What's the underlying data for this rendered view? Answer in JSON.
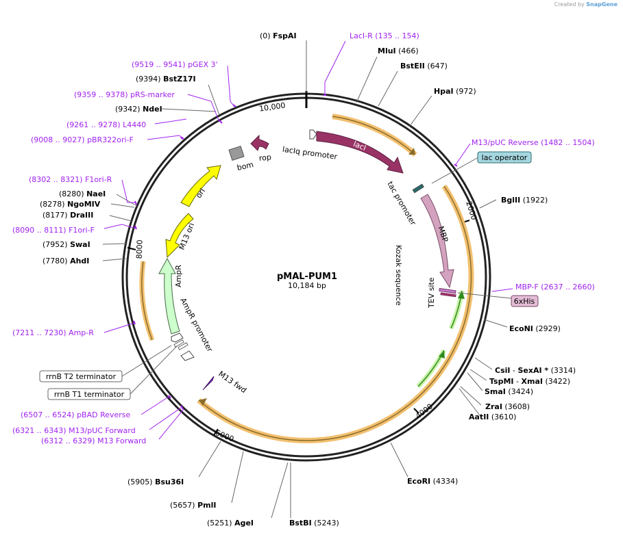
{
  "credit": {
    "prefix": "Created by",
    "brand": "SnapGene"
  },
  "plasmid": {
    "name": "pMAL-PUM1",
    "length": "10,184 bp"
  },
  "ruler": [
    "10,000",
    "2000",
    "4000",
    "6000",
    "8000"
  ],
  "colors": {
    "primer": "#a020f0",
    "site": "#000000",
    "mbp": "#c07bc7",
    "laci": "#993366",
    "ori": "#ffff00",
    "ampr": "#ccffcc",
    "pum1": "#f0a030",
    "tevsite": "#aa3366"
  },
  "sites": [
    {
      "name": "FspAI",
      "pos": "(0)"
    },
    {
      "name": "MluI",
      "pos": "(466)"
    },
    {
      "name": "BstEII",
      "pos": "(647)"
    },
    {
      "name": "HpaI",
      "pos": "(972)"
    },
    {
      "name": "BglII",
      "pos": "(1922)"
    },
    {
      "name": "EcoNI",
      "pos": "(2929)"
    },
    {
      "name": "CsiI",
      "sep": "-",
      "name2": "SexAI *",
      "pos": "(3314)"
    },
    {
      "name": "TspMI",
      "sep": "-",
      "name2": "XmaI",
      "pos": "(3422)"
    },
    {
      "name": "SmaI",
      "pos": "(3424)"
    },
    {
      "name": "ZraI",
      "pos": "(3608)"
    },
    {
      "name": "AatII",
      "pos": "(3610)"
    },
    {
      "name": "EcoRI",
      "pos": "(4334)"
    },
    {
      "name": "BstBI",
      "pos": "(5243)"
    },
    {
      "name": "AgeI",
      "pos": "(5251)"
    },
    {
      "name": "PmlI",
      "pos": "(5657)"
    },
    {
      "name": "Bsu36I",
      "pos": "(5905)"
    },
    {
      "name": "AhdI",
      "pos": "(7780)"
    },
    {
      "name": "SwaI",
      "pos": "(7952)"
    },
    {
      "name": "DraIII",
      "pos": "(8177)"
    },
    {
      "name": "NgoMIV",
      "pos": "(8278)"
    },
    {
      "name": "NaeI",
      "pos": "(8280)"
    },
    {
      "name": "NdeI",
      "pos": "(9342)"
    },
    {
      "name": "BstZ17I",
      "pos": "(9394)"
    }
  ],
  "primers": [
    {
      "name": "LacI-R",
      "pos": "(135 .. 154)"
    },
    {
      "name": "M13/pUC Reverse",
      "pos": "(1482 .. 1504)"
    },
    {
      "name": "MBP-F",
      "pos": "(2637 .. 2660)"
    },
    {
      "name": "Amp-R",
      "pos": "(7211 .. 7230)"
    },
    {
      "name": "pBAD Reverse",
      "pos": "(6507 .. 6524)"
    },
    {
      "name": "M13/pUC Forward",
      "pos": "(6321 .. 6343)"
    },
    {
      "name": "M13 Forward",
      "pos": "(6312 .. 6329)"
    },
    {
      "name": "F1ori-F",
      "pos": "(8090 .. 8111)"
    },
    {
      "name": "F1ori-R",
      "pos": "(8302 .. 8321)"
    },
    {
      "name": "pBR322ori-F",
      "pos": "(9008 .. 9027)"
    },
    {
      "name": "L4440",
      "pos": "(9261 .. 9278)"
    },
    {
      "name": "pRS-marker",
      "pos": "(9359 .. 9378)"
    },
    {
      "name": "pGEX 3'",
      "pos": "(9519 .. 9541)"
    }
  ],
  "boxed": [
    "lac operator",
    "6xHis",
    "rrnB T2 terminator",
    "rrnB T1 terminator"
  ],
  "features": {
    "laciq_promoter": "lacIq promoter",
    "laci": "lacI",
    "tac_promoter": "tac promoter",
    "mbp": "MBP",
    "kozak": "Kozak sequence",
    "tev": "TEV site",
    "m13_fwd": "M13 fwd",
    "ampr_promoter": "AmpR promoter",
    "ampr": "AmpR",
    "m13_ori": "M13 ori",
    "ori": "ori",
    "bom": "bom",
    "rop": "rop"
  }
}
